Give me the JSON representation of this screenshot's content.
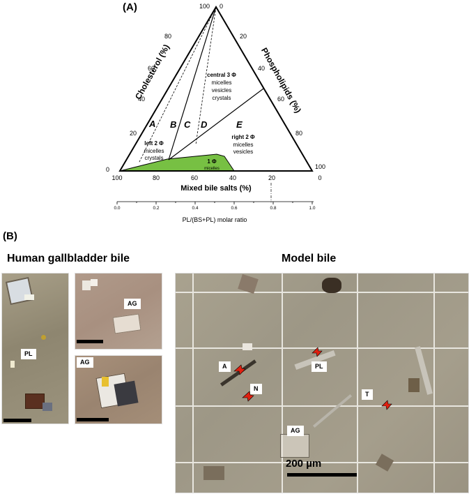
{
  "panel_a": {
    "label": "(A)",
    "apex_labels": {
      "top_left": "100",
      "top_right": "0",
      "bottom_left_outer": "0",
      "bottom_right_outer": "100"
    },
    "left_axis": {
      "title": "Cholesterol (%)",
      "ticks": [
        "80",
        "60",
        "40",
        "20"
      ]
    },
    "right_axis": {
      "title": "Phospholipids (%)",
      "ticks": [
        "20",
        "40",
        "60",
        "80"
      ]
    },
    "bottom_axis": {
      "title": "Mixed bile salts (%)",
      "ticks": [
        "100",
        "80",
        "60",
        "40",
        "20",
        "0"
      ]
    },
    "ratio_axis": {
      "title": "PL/(BS+PL) molar ratio",
      "ticks": [
        "0.0",
        "0.2",
        "0.4",
        "0.6",
        "0.8",
        "1.0"
      ]
    },
    "zone_letters": [
      "A",
      "B",
      "C",
      "D",
      "E"
    ],
    "regions": {
      "central": {
        "title": "central 3 Φ",
        "lines": [
          "micelles",
          "vesicles",
          "crystals"
        ]
      },
      "left": {
        "title": "left 2 Φ",
        "lines": [
          "micelles",
          "crystals"
        ]
      },
      "right": {
        "title": "right 2 Φ",
        "lines": [
          "micelles",
          "vesicles"
        ]
      },
      "one_phase": {
        "title": "1 Φ",
        "lines": [
          "micelles"
        ]
      }
    },
    "micellar_zone_color": "#77c043"
  },
  "panel_b": {
    "label": "(B)",
    "human_title": "Human gallbladder bile",
    "model_title": "Model bile",
    "human_tags": {
      "pl": "PL",
      "ag1": "AG",
      "ag2": "AG"
    },
    "model_tags": {
      "a": "A",
      "n": "N",
      "pl": "PL",
      "t": "T",
      "ag": "AG"
    },
    "scale_label": "200 µm",
    "arrow_color": "#e02010"
  }
}
